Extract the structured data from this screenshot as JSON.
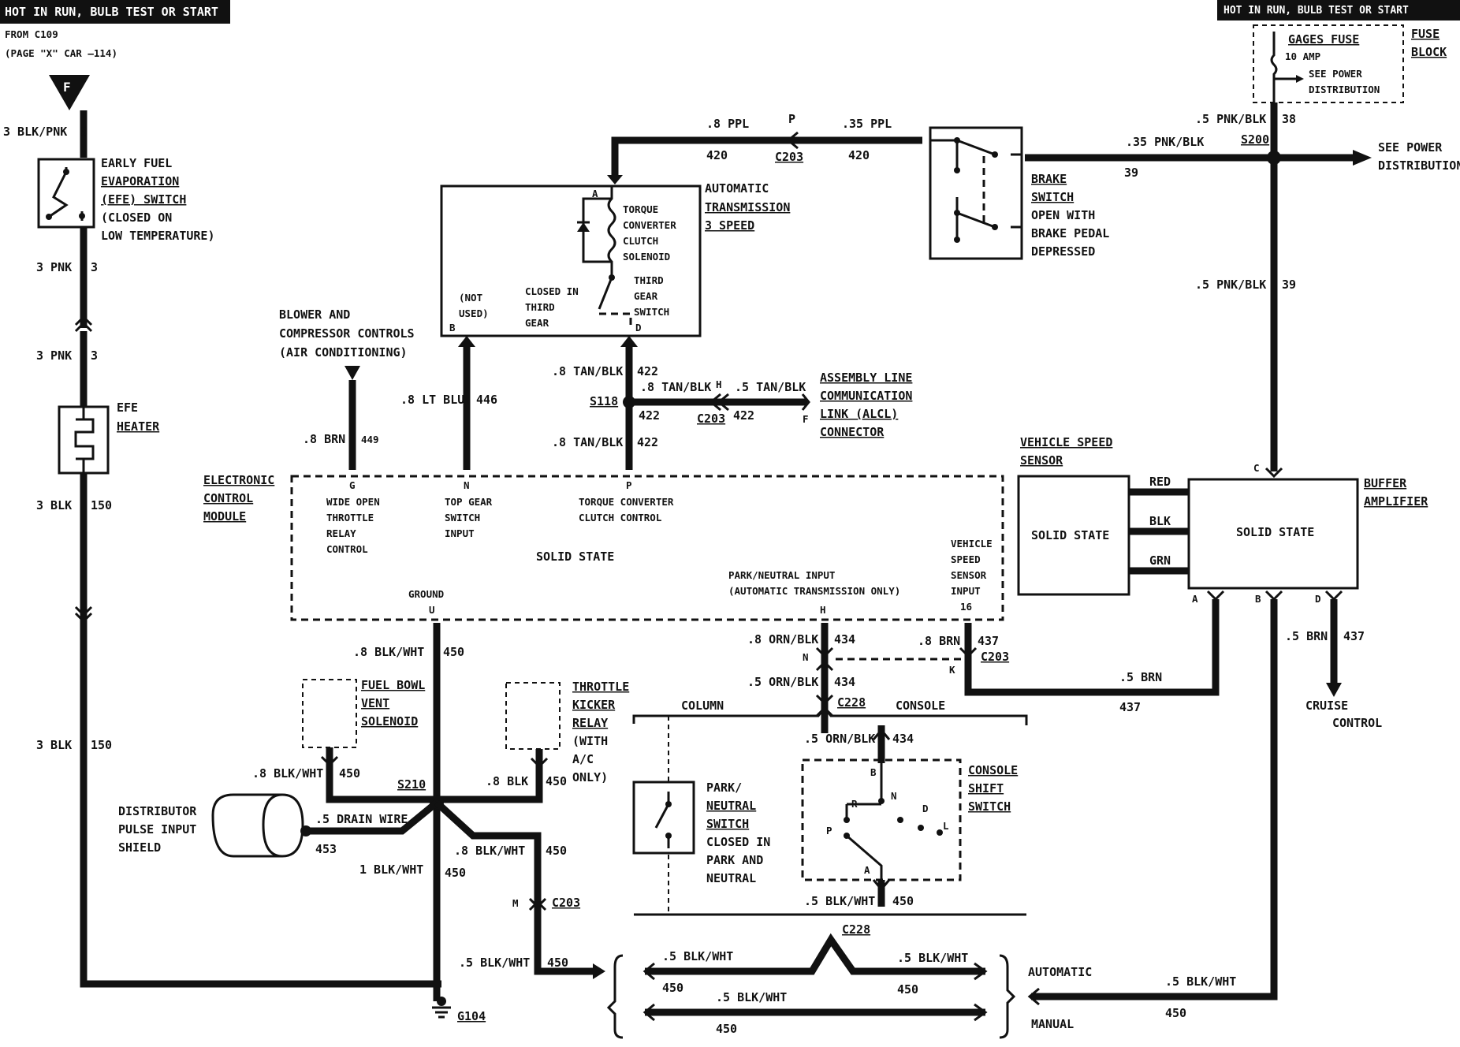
{
  "header_left": "HOT IN RUN, BULB TEST OR START",
  "header_right": "HOT IN RUN, BULB TEST OR START",
  "from_c109": "FROM C109",
  "from_page": "(PAGE \"X\" CAR —114)",
  "f_terminal": "F",
  "fuse": {
    "title": "GAGES FUSE",
    "rating": "10 AMP",
    "see1": "SEE POWER",
    "see2": "DISTRIBUTION",
    "block1": "FUSE",
    "block2": "BLOCK"
  },
  "efe": {
    "l1": "EARLY FUEL",
    "l2": "EVAPORATION",
    "l3": "(EFE) SWITCH",
    "l4": "(CLOSED ON",
    "l5": "LOW TEMPERATURE)"
  },
  "efe_heater": {
    "l1": "EFE",
    "l2": "HEATER"
  },
  "left_wires": {
    "w1": "3 BLK/PNK",
    "w1n": "3",
    "w2": "3 PNK",
    "w2n": "3",
    "w3": "3 PNK",
    "w3n": "3",
    "w4": "3 BLK",
    "w4n": "150",
    "w5": "3 BLK",
    "w5n": "150"
  },
  "top_wires": {
    "ppl8": ".8 PPL",
    "ppl8n": "420",
    "p": "P",
    "c203": "C203",
    "ppl35": ".35 PPL",
    "ppl35n": "420",
    "pnkblk35": ".35 PNK/BLK",
    "pnkblk35n": "39",
    "s200": "S200",
    "pnkblk5a": ".5 PNK/BLK",
    "pnkblk5an": "38",
    "pnkblk5b": ".5 PNK/BLK",
    "pnkblk5bn": "39"
  },
  "see_power": {
    "l1": "SEE POWER",
    "l2": "DISTRIBUTION"
  },
  "brake": {
    "l1": "BRAKE",
    "l2": "SWITCH",
    "l3": "OPEN WITH",
    "l4": "BRAKE PEDAL",
    "l5": "DEPRESSED"
  },
  "trans": {
    "t1": "AUTOMATIC",
    "t2": "TRANSMISSION",
    "t3": "3 SPEED",
    "a": "A",
    "tcc1": "TORQUE",
    "tcc2": "CONVERTER",
    "tcc3": "CLUTCH",
    "tcc4": "SOLENOID",
    "g1": "THIRD",
    "g2": "GEAR",
    "g3": "SWITCH",
    "c1": "CLOSED IN",
    "c2": "THIRD",
    "c3": "GEAR",
    "nu1": "(NOT",
    "nu2": "USED)",
    "b": "B",
    "d": "D"
  },
  "blower": {
    "l1": "BLOWER AND",
    "l2": "COMPRESSOR CONTROLS",
    "l3": "(AIR CONDITIONING)"
  },
  "mid_wires": {
    "ltblu": ".8 LT BLU",
    "ltblun": "446",
    "brn8": ".8 BRN",
    "brn8n": "449",
    "tan1": ".8 TAN/BLK",
    "tan1n": "422",
    "s118": "S118",
    "tan2": ".8 TAN/BLK",
    "tan2n": "422",
    "h": "H",
    "tan3": ".5 TAN/BLK",
    "c203": "C203",
    "tan3n": "422",
    "f": "F",
    "tan4": ".8 TAN/BLK",
    "tan4n": "422"
  },
  "alcl": {
    "l1": "ASSEMBLY LINE",
    "l2": "COMMUNICATION",
    "l3": "LINK (ALCL)",
    "l4": "CONNECTOR"
  },
  "ecm": {
    "l1": "ELECTRONIC",
    "l2": "CONTROL",
    "l3": "MODULE",
    "pin_g": "G",
    "g1": "WIDE OPEN",
    "g2": "THROTTLE",
    "g3": "RELAY",
    "g4": "CONTROL",
    "pin_n": "N",
    "n1": "TOP GEAR",
    "n2": "SWITCH",
    "n3": "INPUT",
    "pin_p": "P",
    "p1": "TORQUE CONVERTER",
    "p2": "CLUTCH CONTROL",
    "solid": "SOLID STATE",
    "pn1": "PARK/NEUTRAL INPUT",
    "pn2": "(AUTOMATIC TRANSMISSION ONLY)",
    "vs1": "VEHICLE",
    "vs2": "SPEED",
    "vs3": "SENSOR",
    "vs4": "INPUT",
    "vs5": "16",
    "gnd": "GROUND",
    "pin_u": "U",
    "pin_h": "H"
  },
  "vss": {
    "l1": "VEHICLE SPEED",
    "l2": "SENSOR",
    "solid": "SOLID STATE"
  },
  "vss_wires": {
    "red": "RED",
    "blk": "BLK",
    "grn": "GRN"
  },
  "buffer": {
    "l1": "BUFFER",
    "l2": "AMPLIFIER",
    "solid": "SOLID STATE",
    "c": "C",
    "a": "A",
    "b": "B",
    "d": "D"
  },
  "cruise": {
    "w": ".5 BRN",
    "wn": "437",
    "l1": "CRUISE",
    "l2": "CONTROL"
  },
  "lower_wires": {
    "orn8": ".8 ORN/BLK",
    "orn8n": "434",
    "n": "N",
    "brn8": ".8 BRN",
    "brn8n": "437",
    "c203": "C203",
    "k": "K",
    "orn5": ".5 ORN/BLK",
    "orn5n": "434",
    "c228": "C228",
    "brn5": ".5 BRN",
    "brn5n": "437",
    "column": "COLUMN",
    "console": "CONSOLE",
    "orn5b": ".5 ORN/BLK",
    "orn5bn": "434",
    "blkwht5": ".5 BLK/WHT",
    "blkwht5n": "450",
    "c228b": "C228"
  },
  "ground_wires": {
    "w1": ".8 BLK/WHT",
    "w1n": "450",
    "w2": ".8 BLK/WHT",
    "w2n": "450",
    "s210": "S210",
    "w3": ".8 BLK",
    "w3n": "450",
    "drain": ".5 DRAIN WIRE",
    "drainn": "453",
    "w4": ".8 BLK/WHT",
    "w4n": "450",
    "w5": "1 BLK/WHT",
    "w5n": "450",
    "m": "M",
    "c203": "C203",
    "w6": ".5 BLK/WHT",
    "w6n": "450",
    "g104": "G104"
  },
  "fbv": {
    "l1": "FUEL BOWL",
    "l2": "VENT",
    "l3": "SOLENOID"
  },
  "tkr": {
    "l1": "THROTTLE",
    "l2": "KICKER",
    "l3": "RELAY",
    "l4": "(WITH",
    "l5": "A/C",
    "l6": "ONLY)"
  },
  "dist": {
    "l1": "DISTRIBUTOR",
    "l2": "PULSE INPUT",
    "l3": "SHIELD"
  },
  "pns": {
    "l1": "PARK/",
    "l2": "NEUTRAL",
    "l3": "SWITCH",
    "l4": "CLOSED IN",
    "l5": "PARK AND",
    "l6": "NEUTRAL"
  },
  "css": {
    "l1": "CONSOLE",
    "l2": "SHIFT",
    "l3": "SWITCH",
    "b": "B",
    "n": "N",
    "r": "R",
    "d": "D",
    "p": "P",
    "l": "L",
    "a": "A"
  },
  "bottom": {
    "w1": ".5 BLK/WHT",
    "w1n": "450",
    "w2": ".5 BLK/WHT",
    "w2n": "450",
    "w3": ".5 BLK/WHT",
    "w3n": "450",
    "auto": "AUTOMATIC",
    "manual": "MANUAL",
    "w4": ".5 BLK/WHT",
    "w4n": "450"
  }
}
